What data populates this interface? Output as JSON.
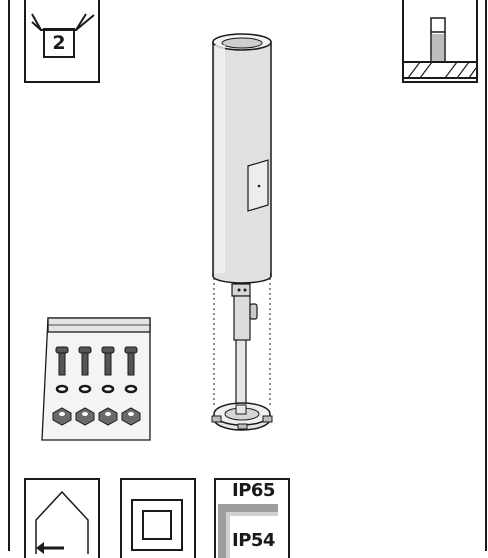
{
  "package": {
    "count": "2"
  },
  "ip_rating": {
    "top": "IP65",
    "bottom": "IP54"
  },
  "icons": {
    "package": "open-box-icon",
    "ground": "ground-installation-icon",
    "indoor": "house-indoor-icon",
    "class2": "double-insulation-class-ii-icon",
    "ip": "ip-rating-icon"
  }
}
